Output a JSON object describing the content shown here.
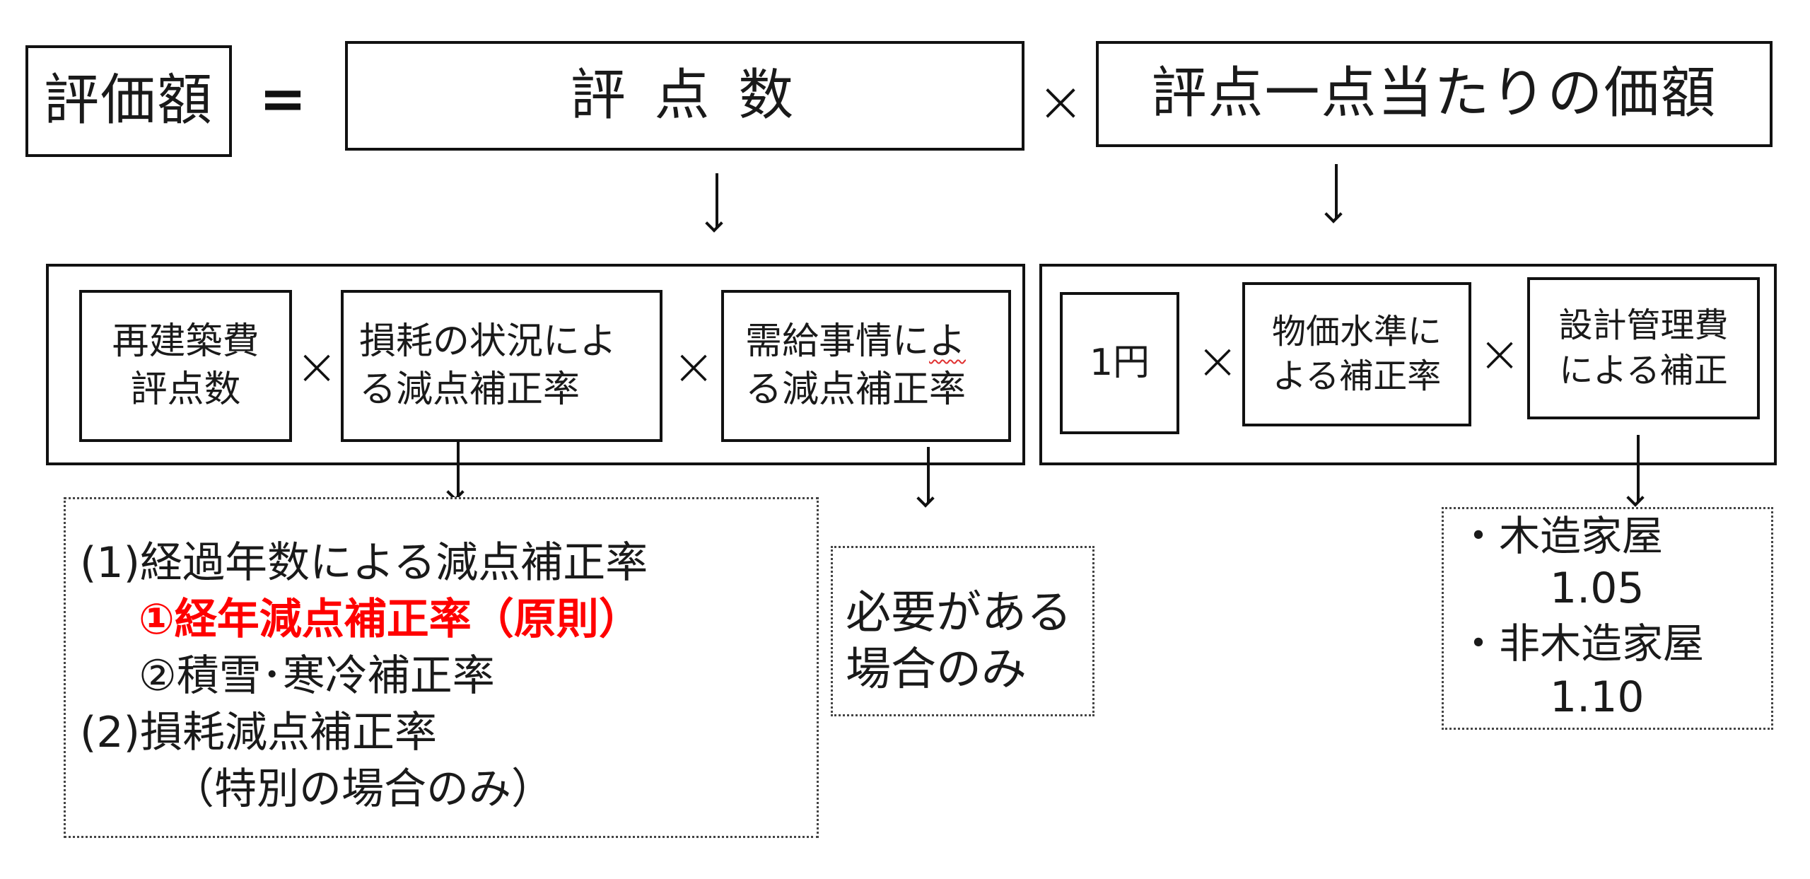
{
  "formula": {
    "result": "評価額",
    "equals": "=",
    "term1": "評 点 数",
    "times": "×",
    "term2": "評点一点当たりの価額"
  },
  "score_group": {
    "items": [
      {
        "line1": "再建築費",
        "line2": "評点数"
      },
      {
        "line1": "損耗の状況によ",
        "line2": "る減点補正率"
      },
      {
        "line1": "需給事情によ",
        "line2": "る減点補正率",
        "squiggle_char": "よ"
      }
    ],
    "times": "×"
  },
  "price_group": {
    "items": [
      {
        "line1": "1円"
      },
      {
        "line1": "物価水準に",
        "line2": "よる補正率"
      },
      {
        "line1": "設計管理費",
        "line2": "による補正"
      }
    ],
    "times": "×"
  },
  "depreciation_notes": {
    "lines": [
      {
        "text": "(1)経過年数による減点補正率",
        "indent": 0,
        "highlight": false
      },
      {
        "text": "①経年減点補正率（原則）",
        "indent": 1,
        "highlight": true
      },
      {
        "text": "②積雪･寒冷補正率",
        "indent": 1,
        "highlight": false
      },
      {
        "text": "(2)損耗減点補正率",
        "indent": 0,
        "highlight": false
      },
      {
        "text": "（特別の場合のみ）",
        "indent": 2,
        "highlight": false
      }
    ]
  },
  "supply_demand_note": {
    "line1": "必要がある",
    "line2": "場合のみ"
  },
  "design_cost_note": {
    "items": [
      {
        "label": "・木造家屋",
        "value": "1.05"
      },
      {
        "label": "・非木造家屋",
        "value": "1.10"
      }
    ]
  },
  "colors": {
    "highlight": "#ff0000",
    "line": "#111111",
    "background": "#ffffff"
  }
}
